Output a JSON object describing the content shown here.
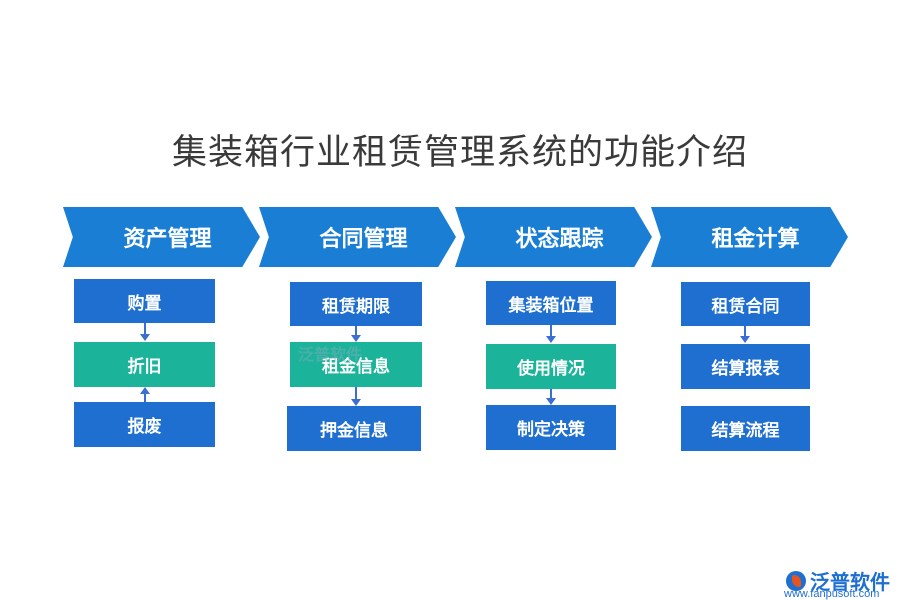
{
  "title": "集装箱行业租赁管理系统的功能介绍",
  "colors": {
    "header_blue": "#1a7fd4",
    "box_blue": "#1e6fd0",
    "box_teal": "#1bb39a",
    "arrow": "#3a6ed0"
  },
  "columns": [
    {
      "header": "资产管理",
      "items": [
        "购置",
        "折旧",
        "报废"
      ]
    },
    {
      "header": "合同管理",
      "items": [
        "租赁期限",
        "租金信息",
        "押金信息"
      ]
    },
    {
      "header": "状态跟踪",
      "items": [
        "集装箱位置",
        "使用情况",
        "制定决策"
      ]
    },
    {
      "header": "租金计算",
      "items": [
        "租赁合同",
        "结算报表",
        "结算流程"
      ]
    }
  ],
  "watermark": "泛普软件",
  "logo": {
    "text": "泛普软件",
    "url": "www.fanpusoft.com"
  }
}
